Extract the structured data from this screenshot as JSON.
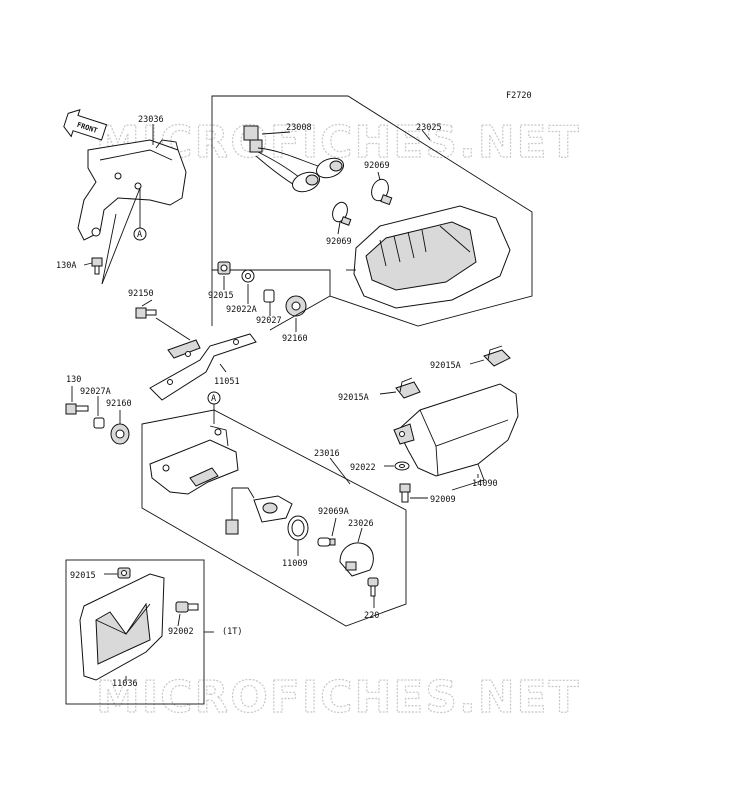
{
  "figure_code": "F2720",
  "watermark_text": "MICROFICHES.NET",
  "front_label": "FRONT",
  "ref_marker": "A",
  "part_labels": {
    "p23036": "23036",
    "p23008": "23008",
    "p23025": "23025",
    "p92069_top": "92069",
    "p92069_bottom": "92069",
    "p130A": "130A",
    "p92015_top": "92015",
    "p92022A": "92022A",
    "p92027": "92027",
    "p92160_top": "92160",
    "p92150": "92150",
    "p11051": "11051",
    "p130": "130",
    "p92027A": "92027A",
    "p92160_left": "92160",
    "p92015A_right": "92015A",
    "p92015A_left": "92015A",
    "p23016": "23016",
    "p92022": "92022",
    "p14090": "14090",
    "p92009": "92009",
    "p92069A": "92069A",
    "p23026": "23026",
    "p11009": "11009",
    "p220": "220",
    "p92015_bottom": "92015",
    "p92002": "92002",
    "p1T": "(1T)",
    "p11036": "11036"
  }
}
